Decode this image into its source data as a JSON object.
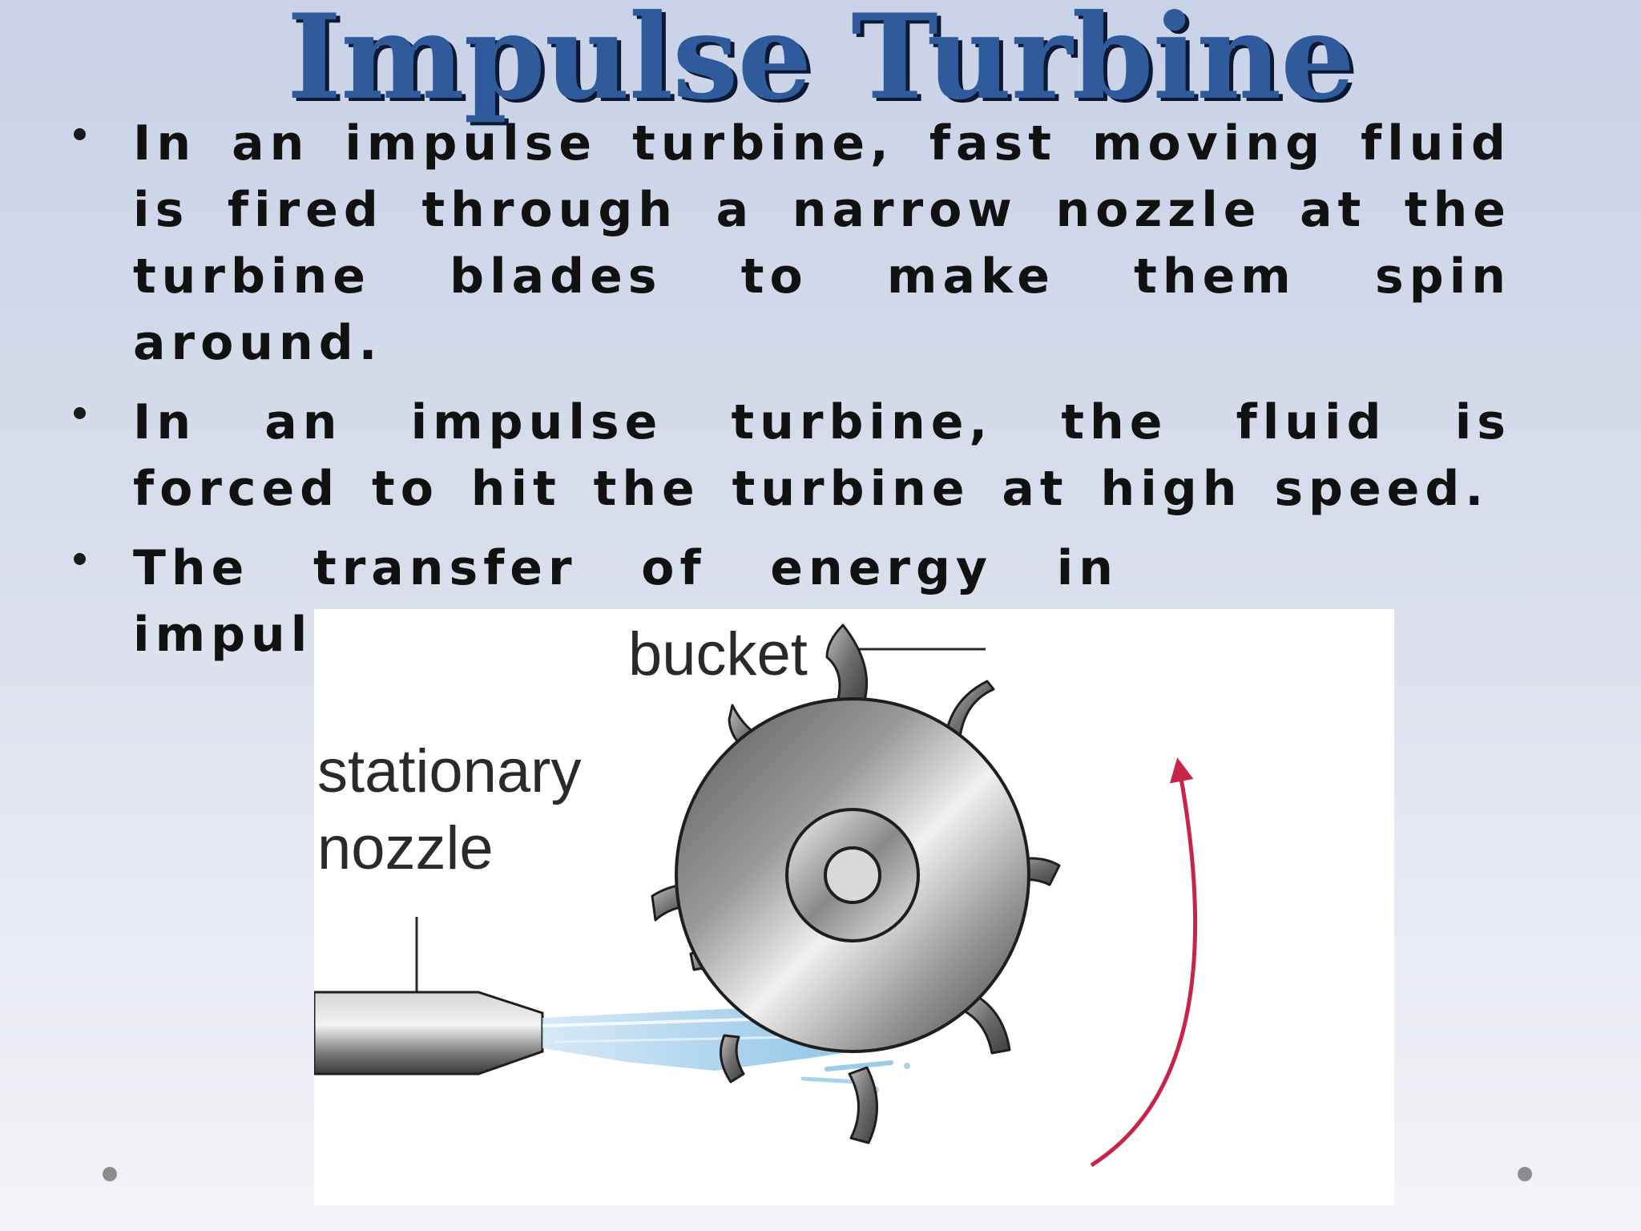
{
  "slide": {
    "title": "Impulse Turbine",
    "bullets": [
      "In an impulse turbine,  fast moving fluid is fired through a narrow nozzle at the turbine blades to make them spin around.",
      "In an impulse turbine, the fluid is forced to hit the turbine at high speed.",
      "The transfer of energy in impulse turbir secor"
    ]
  },
  "diagram": {
    "labels": {
      "bucket": "bucket",
      "stationary": "stationary",
      "nozzle": "nozzle"
    },
    "colors": {
      "rotation_arrow": "#c8244a",
      "water_jet": "#8fc6ea",
      "metal_dark": "#3a3a3a",
      "metal_light": "#e6e6e6"
    }
  },
  "theme": {
    "title_color": "#2f5b9c",
    "background_top": "#c9d2e7",
    "background_bottom": "#f3f3f8"
  }
}
